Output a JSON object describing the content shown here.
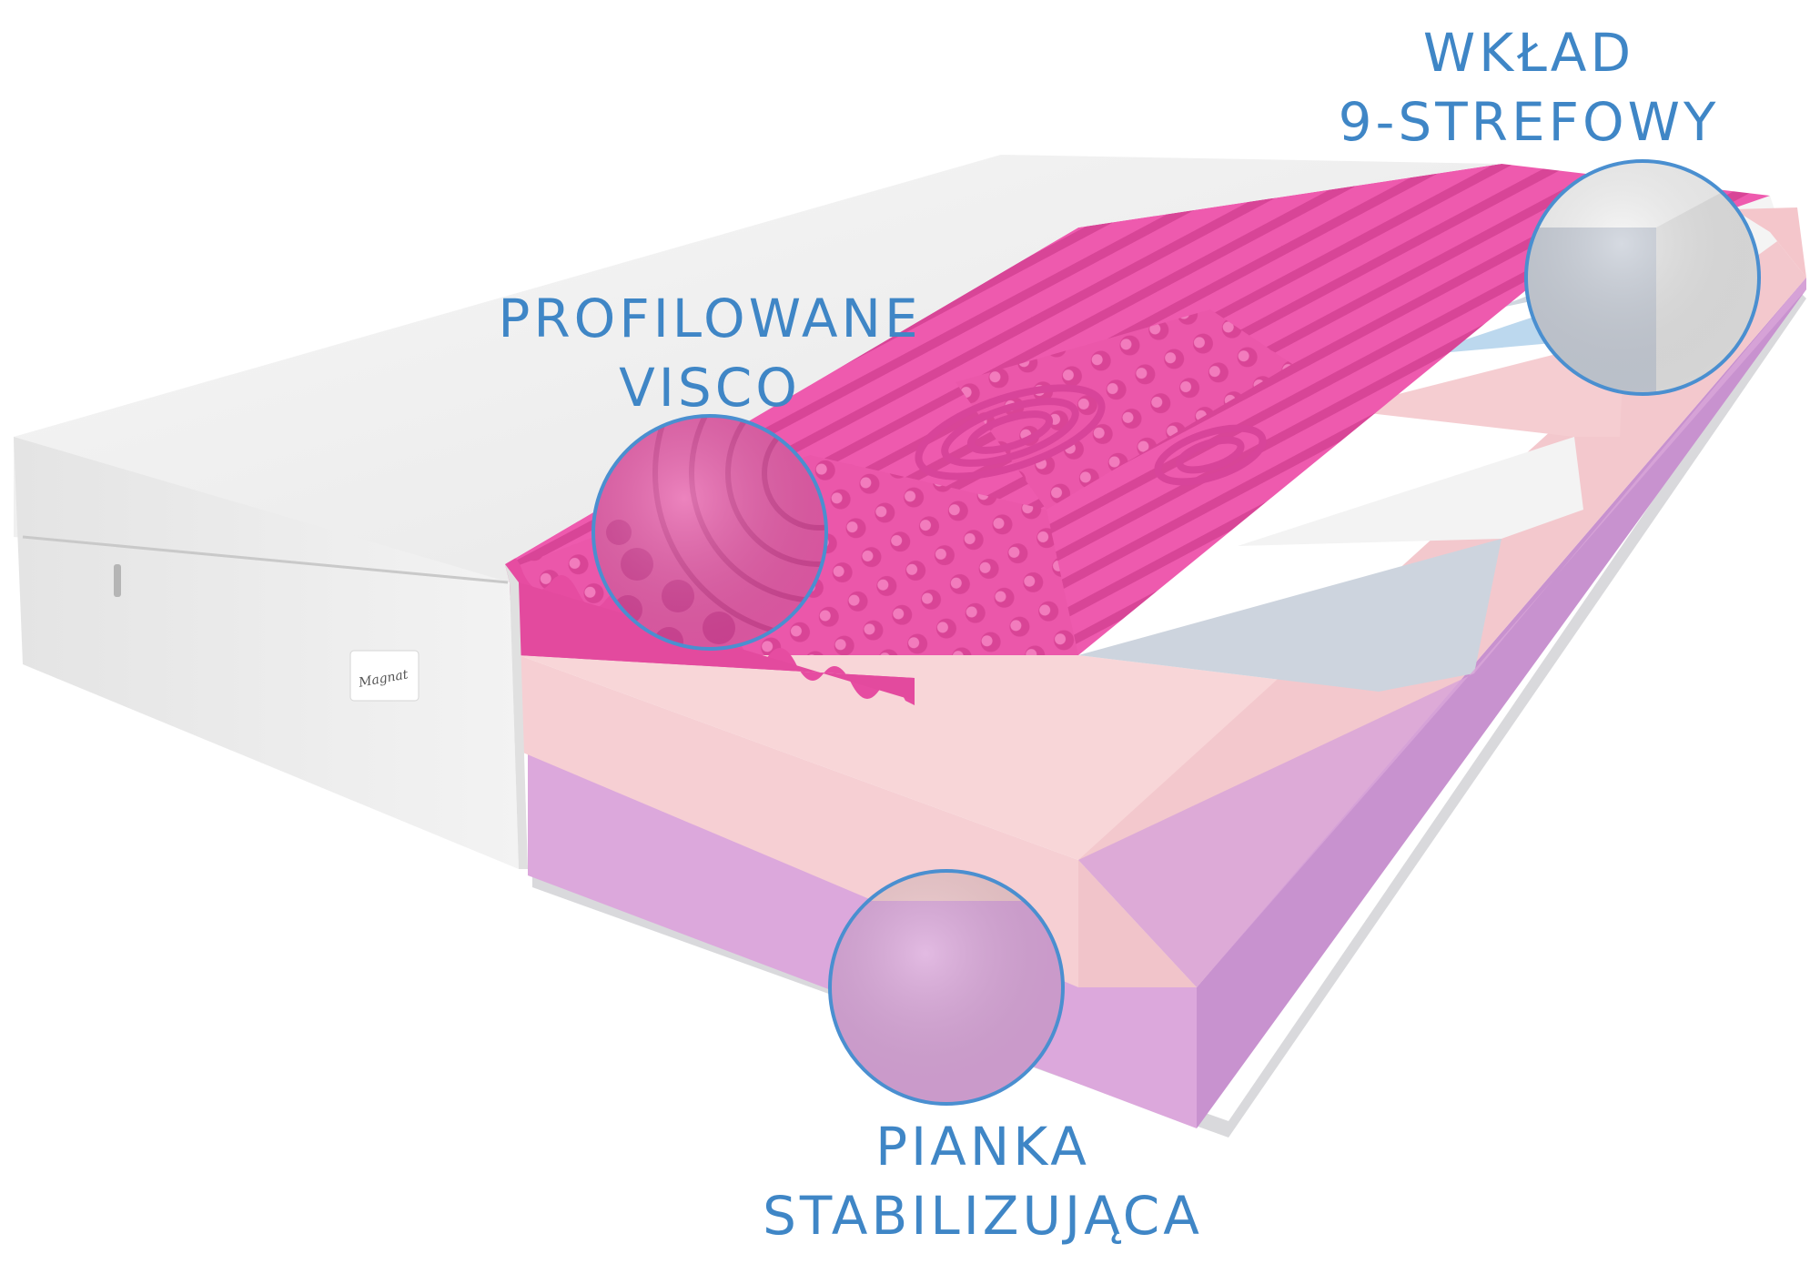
{
  "labels": {
    "profiled_visco": {
      "line1": "PROFILOWANE",
      "line2": "VISCO"
    },
    "zone_insert": {
      "line1": "WKŁAD",
      "line2": "9-STREFOWY"
    },
    "stabilizing_foam": {
      "line1": "PIANKA",
      "line2": "STABILIZUJĄCA"
    }
  },
  "brand_tag": "Magnat",
  "colors": {
    "cover": "#f1f1f1",
    "visco_pink": "#e94fa5",
    "comfort_foam": "#f7d0d1",
    "insert_grey": "#cfd6df",
    "insert_blue": "#bcd8ec",
    "stabilizing_lilac": "#d9a8dc",
    "accent_blue": "#4a8fd0"
  }
}
